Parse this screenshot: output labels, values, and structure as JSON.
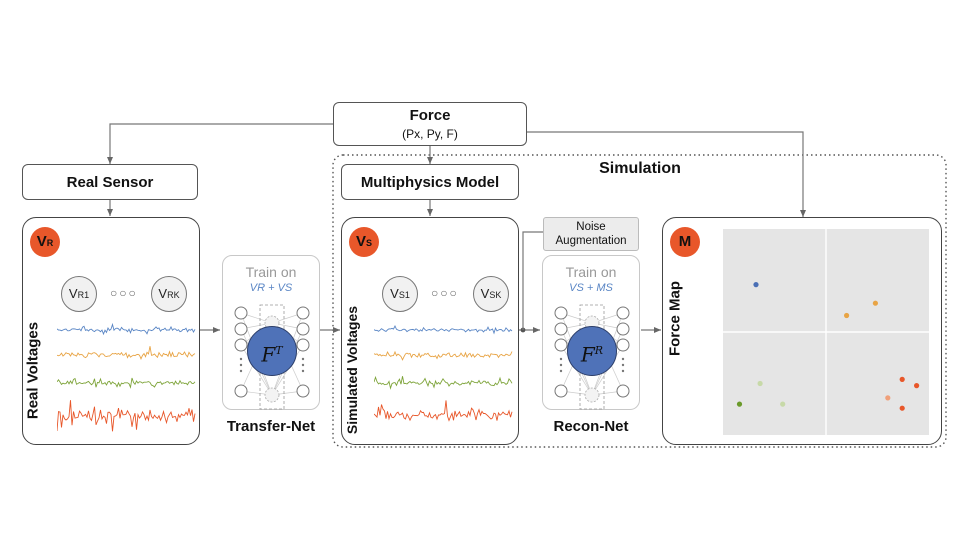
{
  "force": {
    "title": "Force",
    "subtitle": "(Px, Py, F)"
  },
  "real_sensor": {
    "title": "Real Sensor"
  },
  "multiphysics": {
    "title": "Multiphysics Model"
  },
  "simulation": {
    "label": "Simulation"
  },
  "real_panel": {
    "badge_main": "V",
    "badge_sub": "R",
    "vertical_label": "Real Voltages",
    "chan_first_main": "V",
    "chan_first_sub": "R1",
    "chan_last_main": "V",
    "chan_last_sub": "RK",
    "dots": "○○○"
  },
  "sim_panel": {
    "badge_main": "V",
    "badge_sub": "S",
    "vertical_label": "Simulated Voltages",
    "chan_first_main": "V",
    "chan_first_sub": "S1",
    "chan_last_main": "V",
    "chan_last_sub": "SK",
    "dots": "○○○"
  },
  "transfer_net": {
    "train_label": "Train on",
    "train_sub": "VR + VS",
    "symbol": "F",
    "symbol_sup": "T",
    "caption": "Transfer-Net"
  },
  "recon_net": {
    "train_label": "Train on",
    "train_sub": "VS + MS",
    "symbol": "F",
    "symbol_sup": "R",
    "caption": "Recon-Net"
  },
  "noise": {
    "line1": "Noise",
    "line2": "Augmentation"
  },
  "force_map": {
    "badge": "M",
    "vertical_label": "Force Map",
    "points": [
      {
        "x": 0.16,
        "y": 0.27,
        "color": "#4a6fb5"
      },
      {
        "x": 0.6,
        "y": 0.42,
        "color": "#e8a445"
      },
      {
        "x": 0.74,
        "y": 0.36,
        "color": "#e8a445"
      },
      {
        "x": 0.08,
        "y": 0.85,
        "color": "#6a9a2a"
      },
      {
        "x": 0.18,
        "y": 0.75,
        "color": "#c7d9a8"
      },
      {
        "x": 0.29,
        "y": 0.85,
        "color": "#c7d9a8"
      },
      {
        "x": 0.87,
        "y": 0.73,
        "color": "#e8572a"
      },
      {
        "x": 0.94,
        "y": 0.76,
        "color": "#e8572a"
      },
      {
        "x": 0.8,
        "y": 0.82,
        "color": "#f0a07a"
      },
      {
        "x": 0.87,
        "y": 0.87,
        "color": "#e8572a"
      }
    ]
  },
  "colors": {
    "blue": "#5a86c5",
    "orange": "#e8a445",
    "green": "#7ea43a",
    "red": "#e8572a",
    "map_bg": "#e5e5e5"
  }
}
